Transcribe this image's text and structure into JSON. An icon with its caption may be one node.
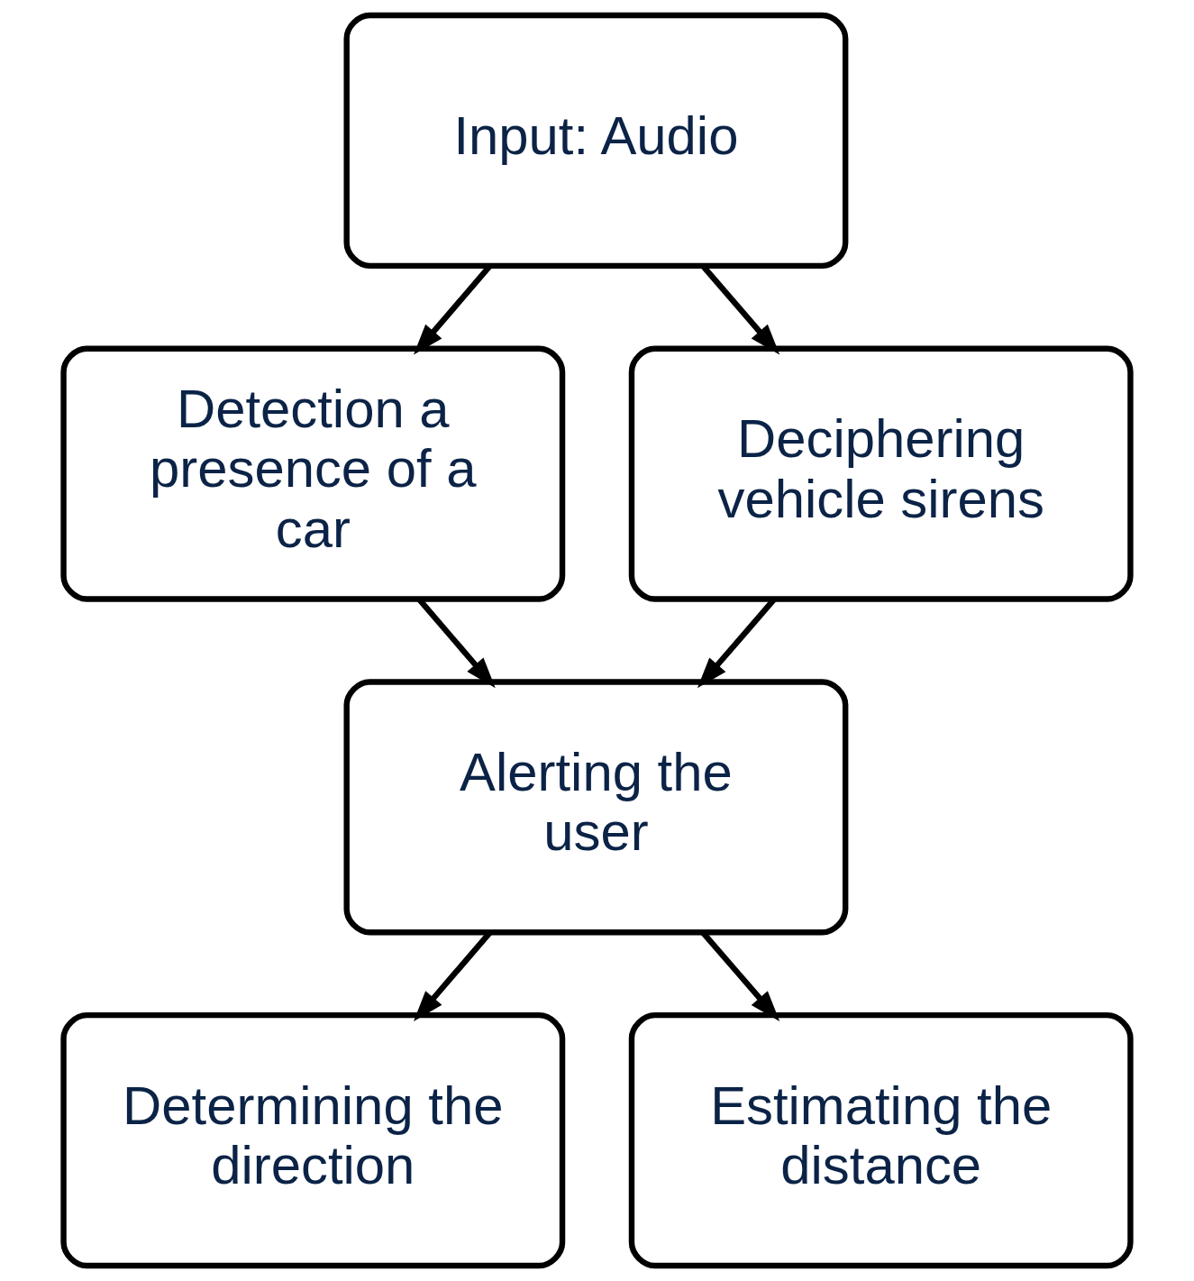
{
  "diagram": {
    "nodes": [
      {
        "text": [
          "Input: Audio"
        ]
      },
      {
        "text": [
          "Detection a presence of a car"
        ]
      },
      {
        "text": [
          "Deciphering vehicle sirens"
        ]
      },
      {
        "text": [
          "Alerting the user"
        ]
      },
      {
        "text": [
          "Determining the direction"
        ]
      },
      {
        "text": [
          "Estimating the distance"
        ]
      }
    ],
    "edges": [
      {
        "from": 0,
        "to": 1,
        "arrow": "to"
      },
      {
        "from": 0,
        "to": 2,
        "arrow": "to"
      },
      {
        "from": 1,
        "to": 3,
        "arrow": "to"
      },
      {
        "from": 2,
        "to": 3,
        "arrow": "to"
      },
      {
        "from": 3,
        "to": 4,
        "arrow": "to"
      },
      {
        "from": 3,
        "to": 5,
        "arrow": "to"
      }
    ]
  }
}
